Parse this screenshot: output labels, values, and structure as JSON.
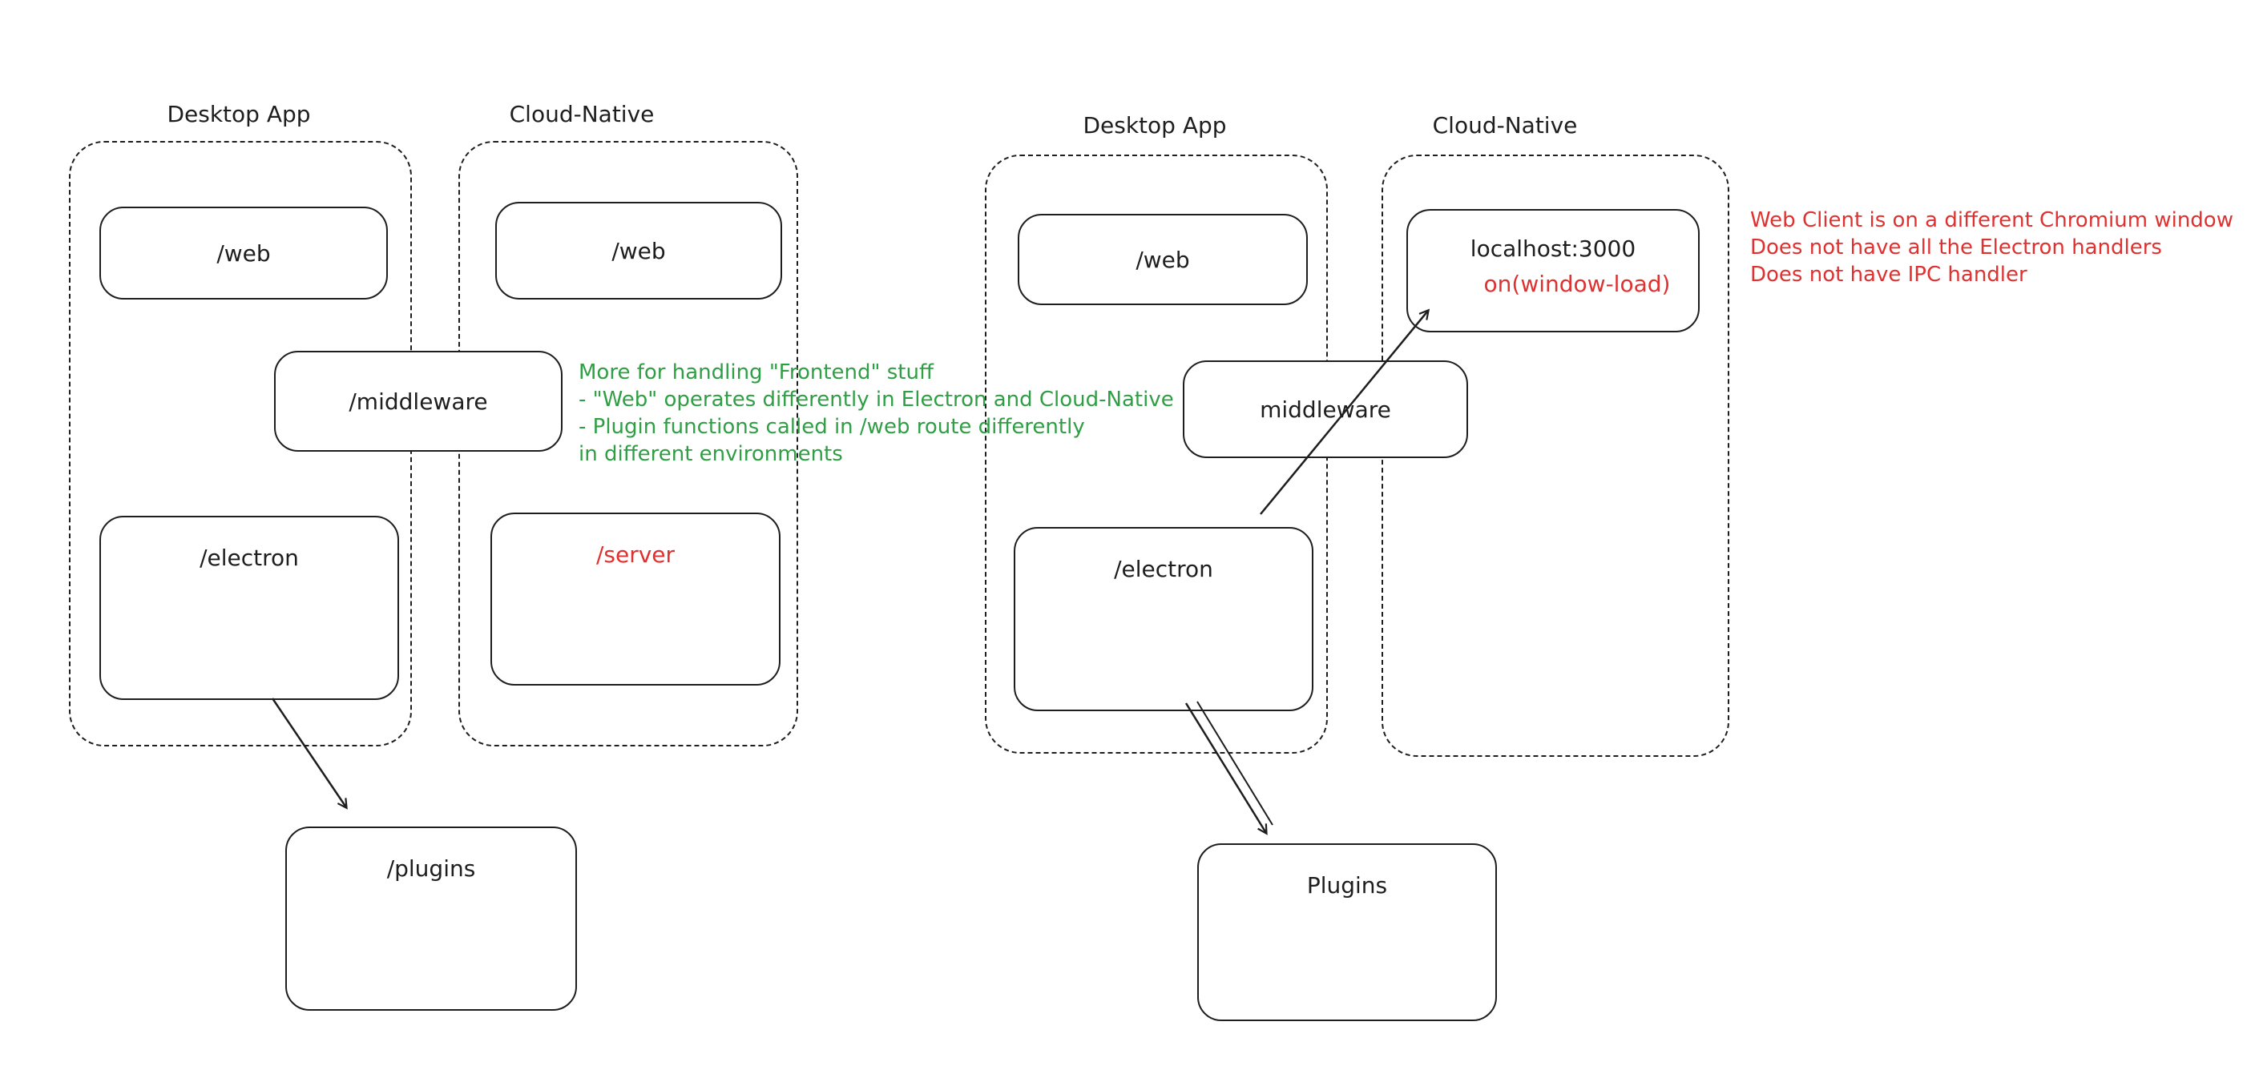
{
  "colors": {
    "stroke": "#1e1e1e",
    "red": "#e03131",
    "green": "#2f9e44",
    "background": "#ffffff"
  },
  "left_diagram": {
    "desktop_app": {
      "label": "Desktop App",
      "web": "/web",
      "electron": "/electron"
    },
    "cloud_native": {
      "label": "Cloud-Native",
      "web": "/web",
      "server": "/server"
    },
    "middleware": "/middleware",
    "plugins": "/plugins",
    "green_note": {
      "line1": "More for handling \"Frontend\" stuff",
      "line2": "- \"Web\" operates differently in Electron and Cloud-Native",
      "line3": "- Plugin functions called in /web route differently",
      "line4": "in different environments"
    }
  },
  "right_diagram": {
    "desktop_app": {
      "label": "Desktop App",
      "web": "/web",
      "electron": "/electron"
    },
    "cloud_native": {
      "label": "Cloud-Native",
      "localhost": "localhost:3000",
      "on_window_load": "on(window-load)"
    },
    "middleware": "middleware",
    "plugins": "Plugins",
    "red_note": {
      "line1": "Web Client is on a different Chromium window",
      "line2": "Does not have all the Electron handlers",
      "line3": "Does not have IPC handler"
    }
  }
}
